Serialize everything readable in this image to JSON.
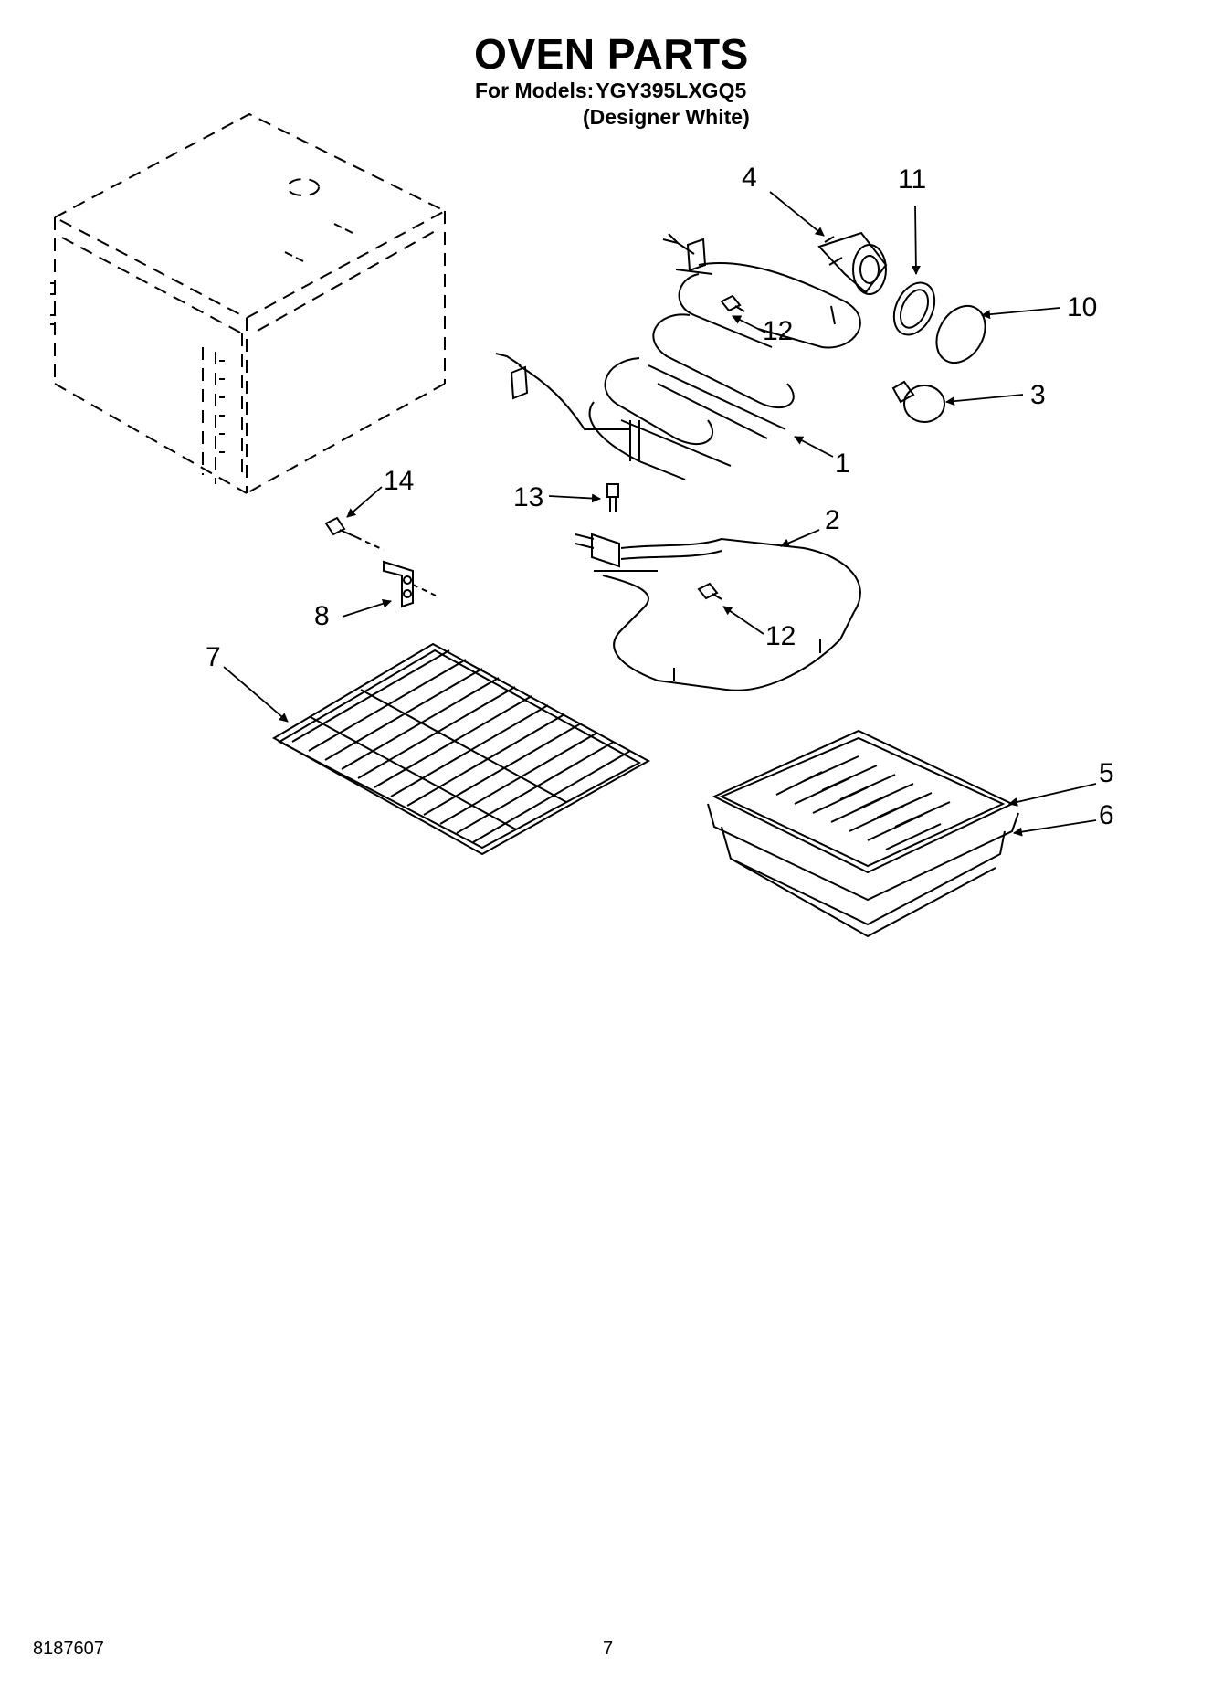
{
  "header": {
    "title": "OVEN PARTS",
    "models_label": "For Models:",
    "models_value": "YGY395LXGQ5",
    "variant": "(Designer White)"
  },
  "callouts": {
    "c1": "1",
    "c2": "2",
    "c3": "3",
    "c4": "4",
    "c5": "5",
    "c6": "6",
    "c7": "7",
    "c8": "8",
    "c10": "10",
    "c11": "11",
    "c12a": "12",
    "c12b": "12",
    "c13": "13",
    "c14": "14"
  },
  "footer": {
    "doc_number": "8187607",
    "page_number": "7"
  }
}
